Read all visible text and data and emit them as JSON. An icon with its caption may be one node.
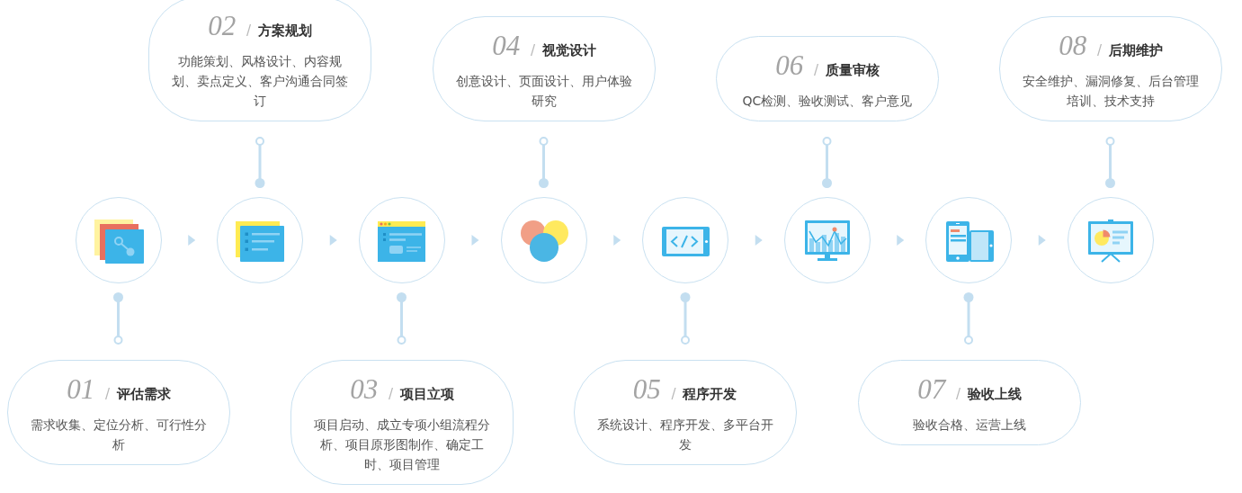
{
  "diagram": {
    "nodes": [
      {
        "text": [],
        "shape": "circle"
      },
      {
        "text": [],
        "shape": "circle"
      },
      {
        "text": [],
        "shape": "circle"
      },
      {
        "text": [],
        "shape": "circle"
      },
      {
        "text": [],
        "shape": "circle"
      },
      {
        "text": [],
        "shape": "circle"
      },
      {
        "text": [],
        "shape": "circle"
      },
      {
        "text": [],
        "shape": "circle"
      },
      {
        "text": [
          "*01* / **评估需求**",
          "需求收集、定位分析、可行性分析"
        ]
      },
      {
        "text": [
          "*02* / **方案规划**",
          "功能策划、风格设计、内容规划、卖点定义、客户沟通合同签订"
        ]
      },
      {
        "text": [
          "*03* / **项目立项**",
          "项目启动、成立专项小组流程分析、项目原形图制作、确定工时、项目管理"
        ]
      },
      {
        "text": [
          "*04* / **视觉设计**",
          "创意设计、页面设计、用户体验研究"
        ]
      },
      {
        "text": [
          "*05* / **程序开发**",
          "系统设计、程序开发、多平台开发"
        ]
      },
      {
        "text": [
          "*06* / **质量审核**",
          "QC检测、验收测试、客户意见"
        ]
      },
      {
        "text": [
          "*07* / **验收上线**",
          "验收合格、运营上线"
        ]
      },
      {
        "text": [
          "*08* / **后期维护**",
          "安全维护、漏洞修复、后台管理培训、技术支持"
        ]
      }
    ],
    "edges": [
      {
        "from": 0,
        "to": 1,
        "arrow": "to"
      },
      {
        "from": 1,
        "to": 2,
        "arrow": "to"
      },
      {
        "from": 2,
        "to": 3,
        "arrow": "to"
      },
      {
        "from": 3,
        "to": 4,
        "arrow": "to"
      },
      {
        "from": 4,
        "to": 5,
        "arrow": "to"
      },
      {
        "from": 5,
        "to": 6,
        "arrow": "to"
      },
      {
        "from": 6,
        "to": 7,
        "arrow": "to"
      },
      {
        "from": 0,
        "to": 8,
        "arrow": "other"
      },
      {
        "from": 1,
        "to": 9,
        "arrow": "other"
      },
      {
        "from": 2,
        "to": 10,
        "arrow": "other"
      },
      {
        "from": 3,
        "to": 11,
        "arrow": "other"
      },
      {
        "from": 4,
        "to": 12,
        "arrow": "other"
      },
      {
        "from": 5,
        "to": 13,
        "arrow": "other"
      },
      {
        "from": 6,
        "to": 14,
        "arrow": "other"
      },
      {
        "from": 7,
        "to": 15,
        "arrow": "other"
      }
    ]
  }
}
